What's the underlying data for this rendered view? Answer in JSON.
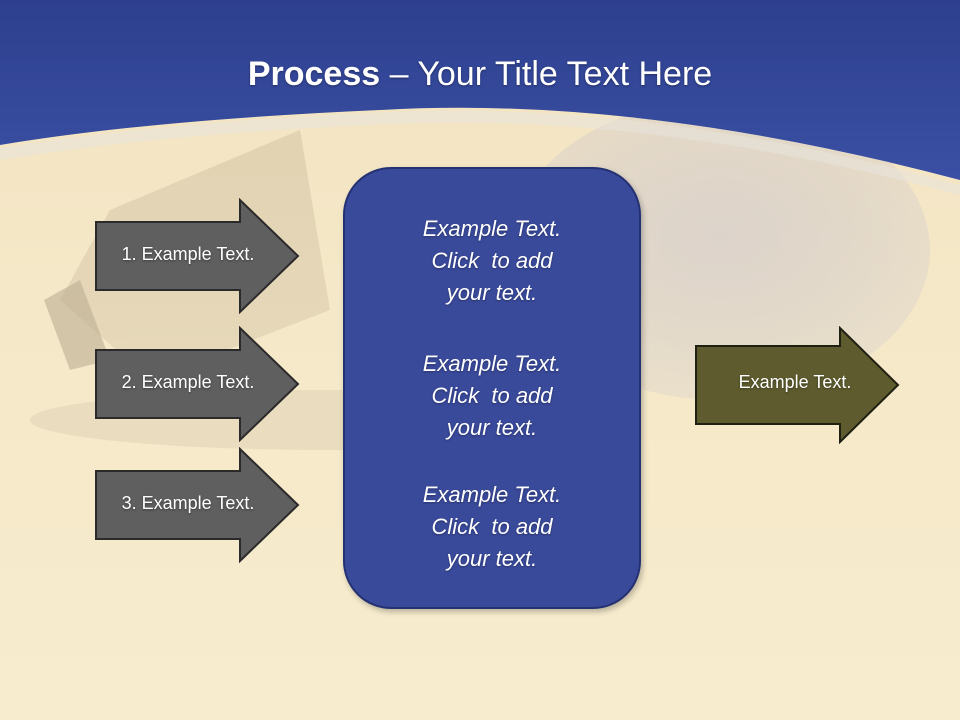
{
  "slide": {
    "title_bold": "Process",
    "title_rest": " – Your Title Text Here",
    "steps": [
      {
        "label": "1. Example Text."
      },
      {
        "label": "2. Example Text."
      },
      {
        "label": "3. Example Text."
      }
    ],
    "center_blocks": [
      {
        "line1": "Example Text.",
        "line2": "Click  to add",
        "line3": "your text."
      },
      {
        "line1": "Example Text.",
        "line2": "Click  to add",
        "line3": "your text."
      },
      {
        "line1": "Example Text.",
        "line2": "Click  to add",
        "line3": "your text."
      }
    ],
    "output_label": "Example Text."
  },
  "colors": {
    "header_blue": "#33489a",
    "step_arrow_fill": "#5f5f5f",
    "center_box_fill": "#3a4a9b",
    "output_arrow_fill": "#5e5c2e",
    "background": "#f5e8c8"
  },
  "icons": [
    "lightbulb-background-image"
  ]
}
